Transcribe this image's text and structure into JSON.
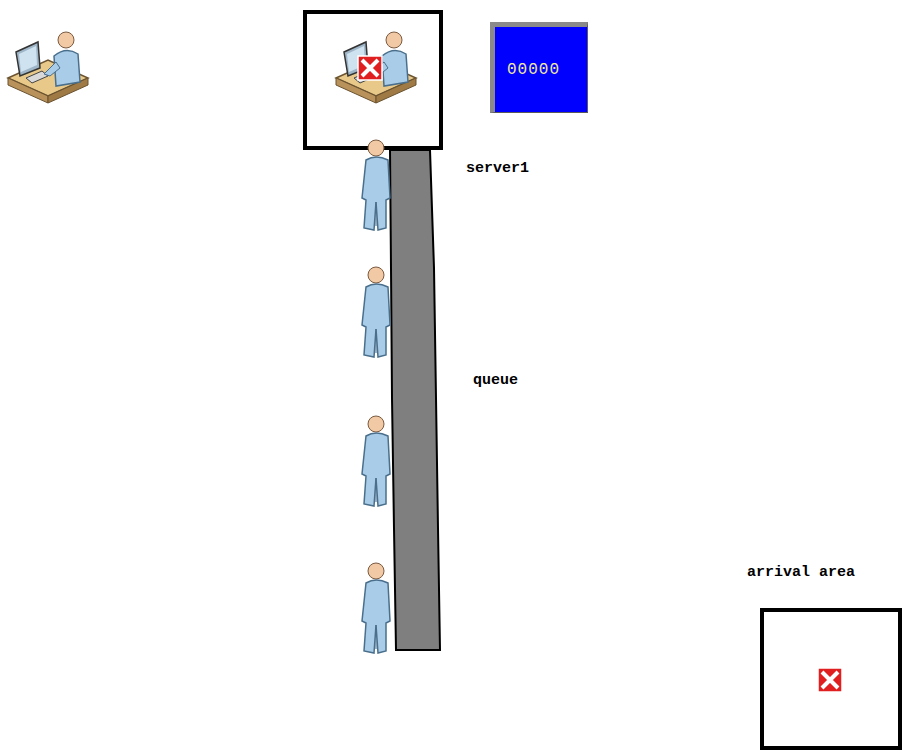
{
  "diagram": {
    "nodes": [
      {
        "text": [
          "server1"
        ]
      },
      {
        "text": [
          "00000"
        ]
      },
      {
        "text": [
          "queue"
        ]
      },
      {
        "text": [
          "arrival area"
        ]
      }
    ]
  }
}
